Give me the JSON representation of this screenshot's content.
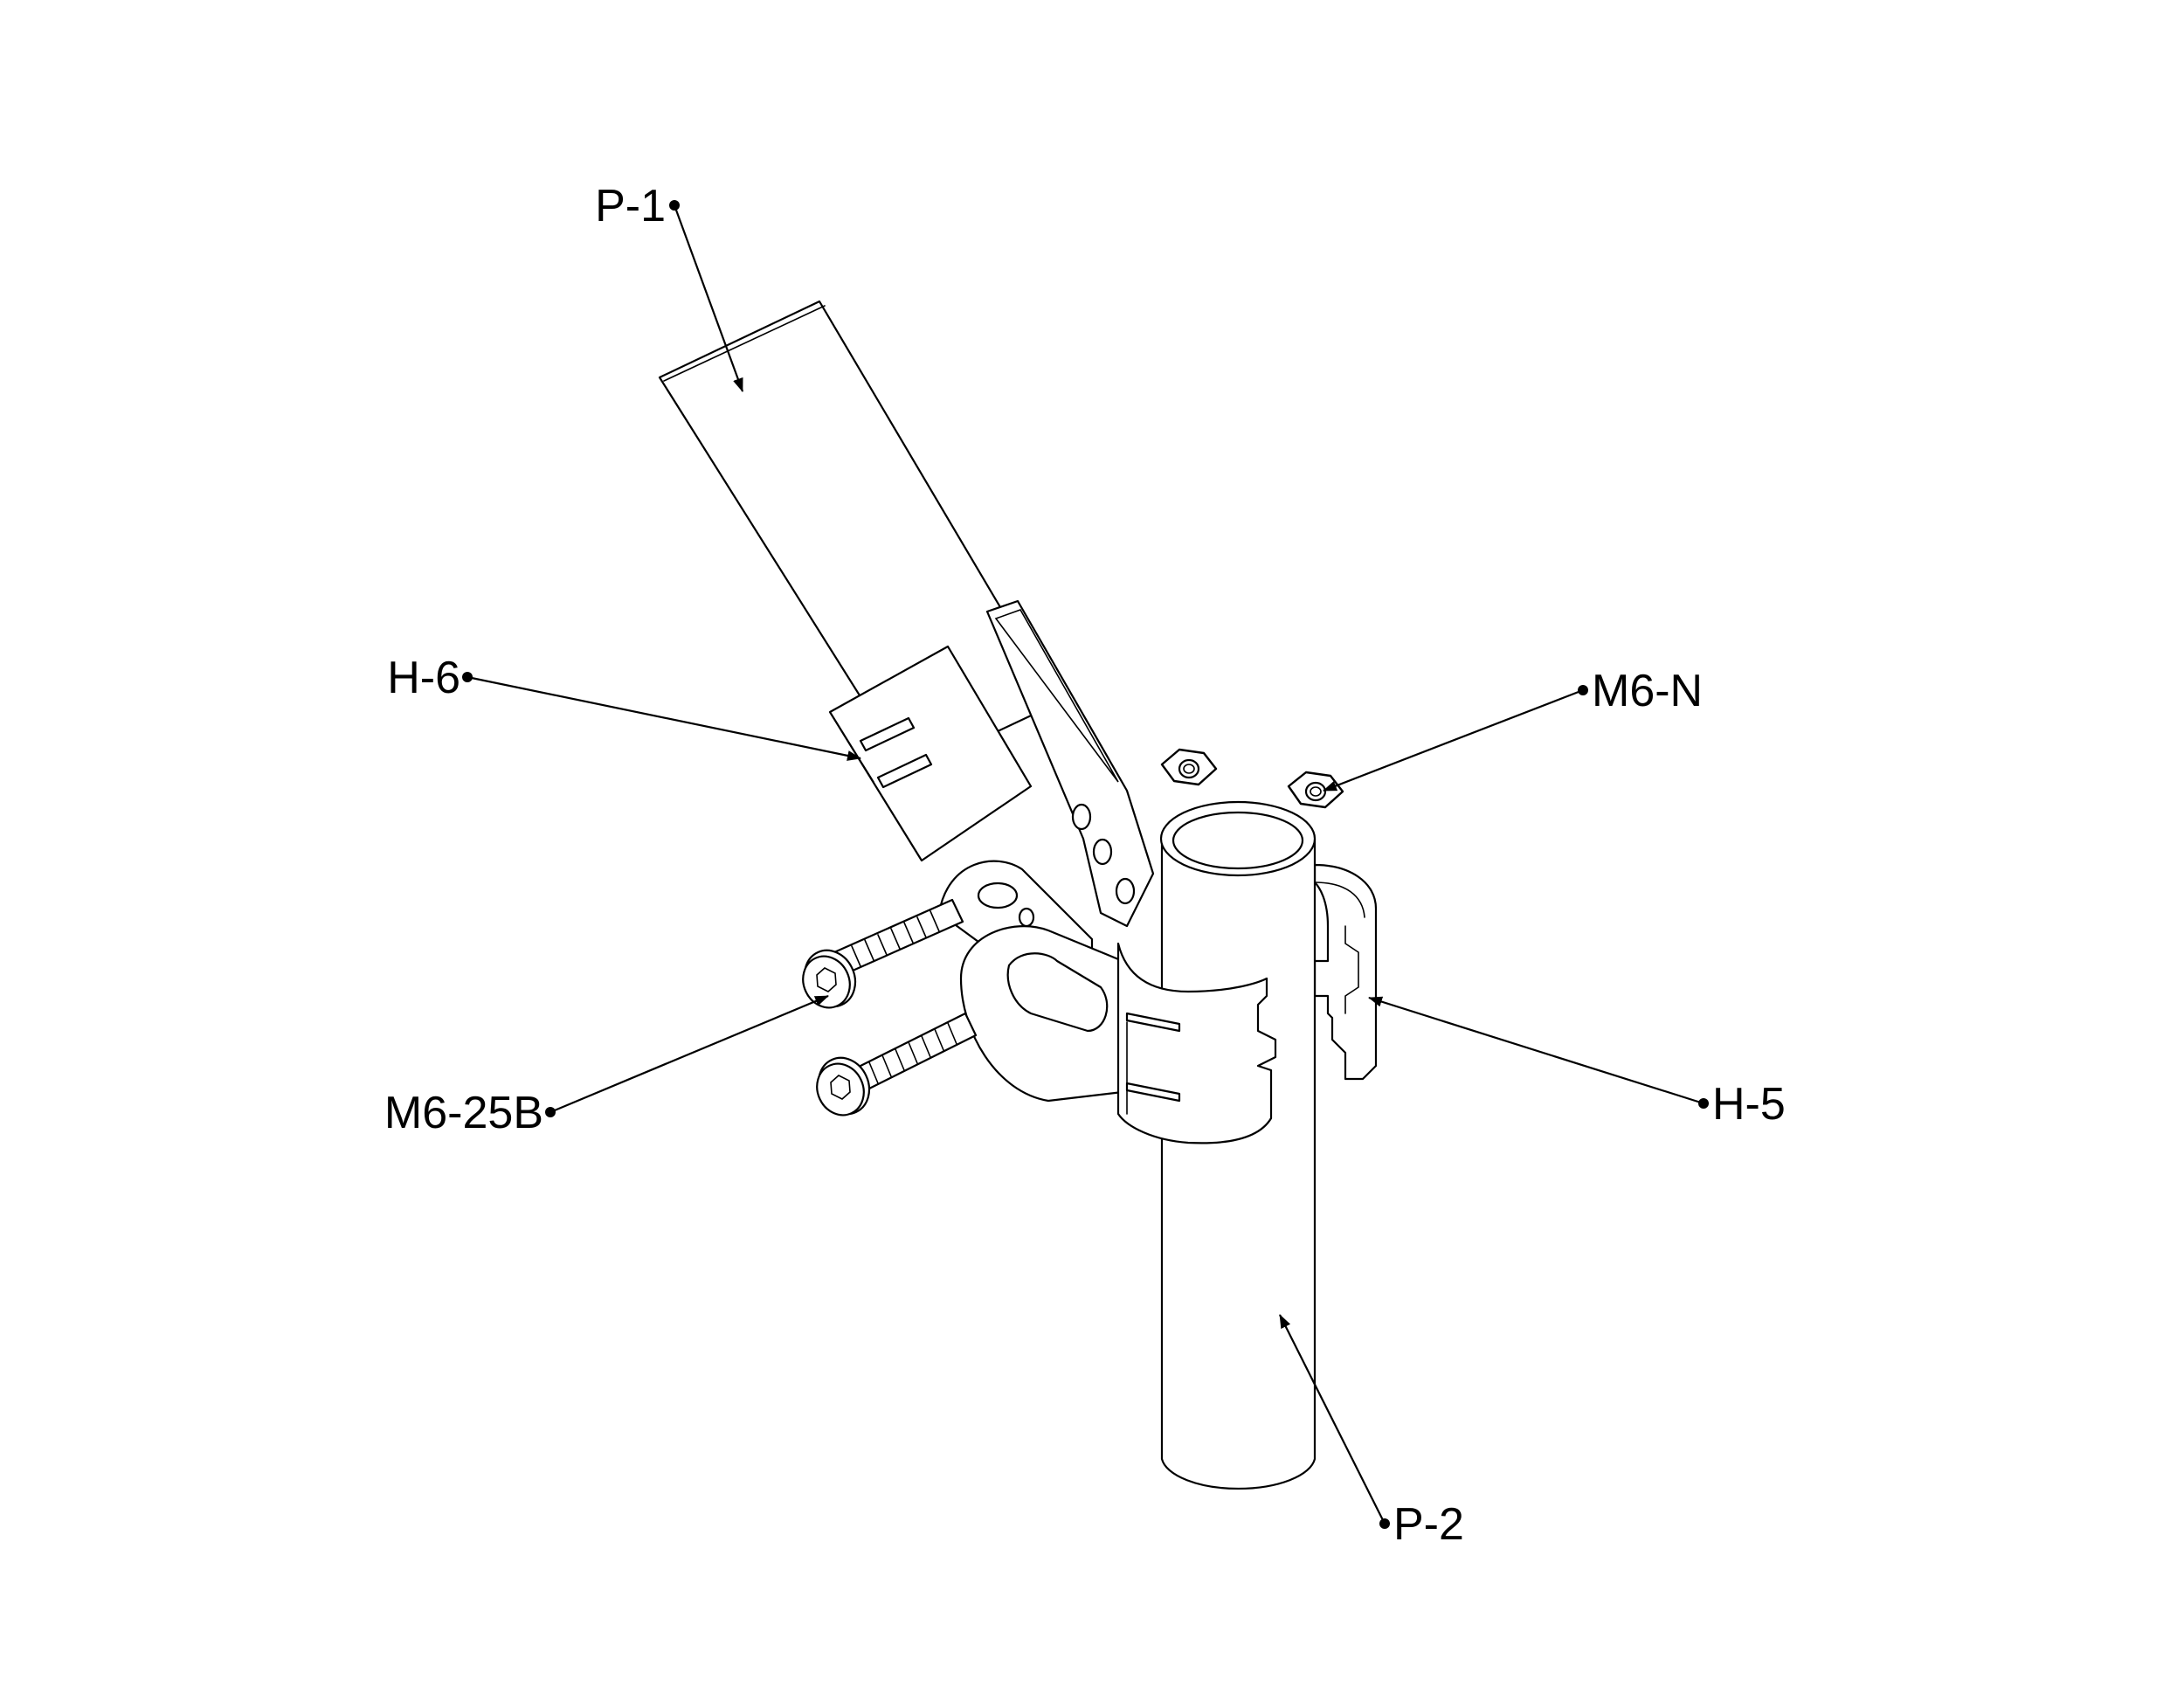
{
  "callouts": {
    "p1": "P-1",
    "h6": "H-6",
    "m6n": "M6-N",
    "m625b": "M6-25B",
    "h5": "H-5",
    "p2": "P-2"
  },
  "icons": {
    "screw": "socket-head-cap-screw",
    "nut": "hex-nut"
  }
}
